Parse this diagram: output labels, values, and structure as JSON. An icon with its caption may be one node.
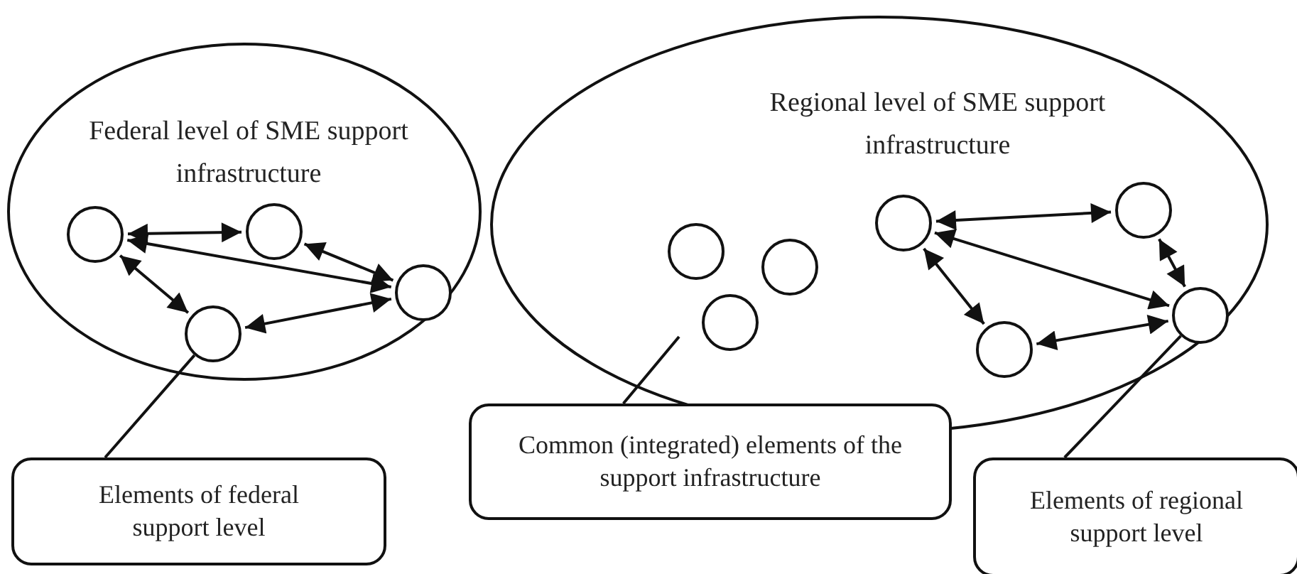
{
  "diagram": {
    "nodes": [
      {
        "text": [
          "Federal level of SME support infrastructure"
        ]
      },
      {
        "text": [],
        "shape": "circle",
        "in": 0
      },
      {
        "text": [],
        "shape": "circle",
        "in": 0
      },
      {
        "text": [],
        "shape": "circle",
        "in": 0
      },
      {
        "text": [],
        "shape": "circle",
        "in": 0
      },
      {
        "text": [
          "Regional level of SME support infrastructure"
        ]
      },
      {
        "text": [],
        "shape": "circle",
        "in": 5
      },
      {
        "text": [],
        "shape": "circle",
        "in": 5
      },
      {
        "text": [],
        "shape": "circle",
        "in": 5
      },
      {
        "text": [],
        "shape": "circle",
        "in": 5
      },
      {
        "text": [],
        "shape": "circle",
        "in": 5
      },
      {
        "text": [],
        "shape": "circle",
        "in": 5
      },
      {
        "text": [],
        "shape": "circle",
        "in": 5
      },
      {
        "text": [
          "Elements of federal support level"
        ]
      },
      {
        "text": [
          "Common (integrated) elements of the support infrastructure"
        ]
      },
      {
        "text": [
          "Elements of regional support level"
        ]
      }
    ],
    "edges": [
      {
        "from": 1,
        "to": 2,
        "arrow": "both"
      },
      {
        "from": 2,
        "to": 3,
        "arrow": "both"
      },
      {
        "from": 1,
        "to": 3,
        "arrow": "both"
      },
      {
        "from": 1,
        "to": 4,
        "arrow": "both"
      },
      {
        "from": 4,
        "to": 3,
        "arrow": "both"
      },
      {
        "from": 9,
        "to": 10,
        "arrow": "both"
      },
      {
        "from": 10,
        "to": 11,
        "arrow": "both"
      },
      {
        "from": 9,
        "to": 11,
        "arrow": "both"
      },
      {
        "from": 9,
        "to": 12,
        "arrow": "both"
      },
      {
        "from": 12,
        "to": 11,
        "arrow": "both"
      },
      {
        "from": 13,
        "to": 4,
        "arrow": "none"
      },
      {
        "from": 14,
        "to": null,
        "arrow": "none"
      },
      {
        "from": 15,
        "to": 11,
        "arrow": "none"
      }
    ]
  }
}
